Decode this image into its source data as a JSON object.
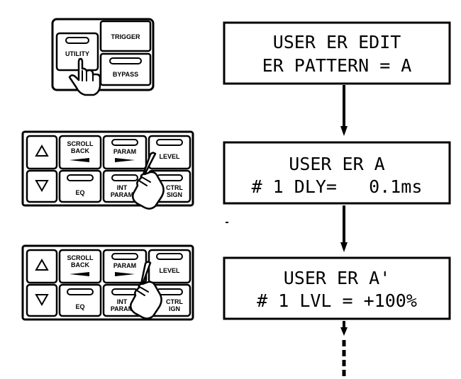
{
  "top_panel": {
    "utility_label": "UTILITY",
    "trigger_label": "TRIGGER",
    "bypass_label": "BYPASS"
  },
  "control_panel_1": {
    "scroll_back_line1": "SCROLL",
    "scroll_back_line2": "BACK",
    "param_label": "PARAM",
    "level_label": "LEVEL",
    "eq_label": "EQ",
    "int_param_line1": "INT",
    "int_param_line2": "PARAM",
    "ctrl_assign_line1": "CTRL",
    "ctrl_assign_line2": "SIGN"
  },
  "control_panel_2": {
    "scroll_back_line1": "SCROLL",
    "scroll_back_line2": "BACK",
    "param_label": "PARAM",
    "level_label": "LEVEL",
    "eq_label": "EQ",
    "int_param_line1": "INT",
    "int_param_line2": "PARAM",
    "ctrl_assign_line1": "CTRL",
    "ctrl_assign_line2": "IGN"
  },
  "displays": [
    {
      "line1": "USER ER EDIT",
      "line2": "ER PATTERN = A"
    },
    {
      "line1": "USER ER A",
      "line2": "# 1 DLY=   0.1ms"
    },
    {
      "line1": "USER ER A'",
      "line2": "# 1 LVL = +100%"
    }
  ]
}
